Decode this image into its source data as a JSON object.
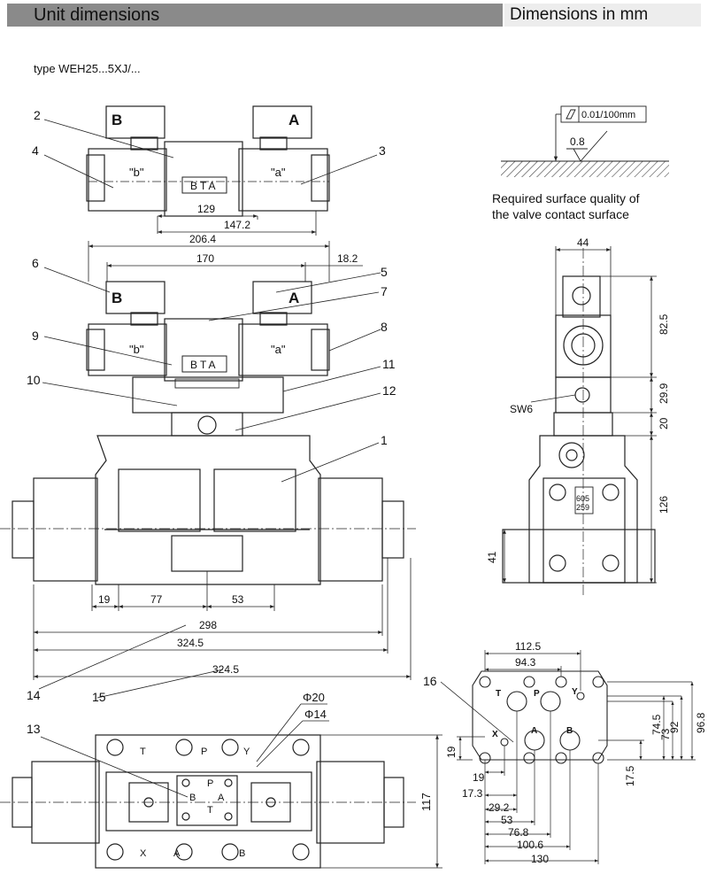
{
  "header": {
    "title": "Unit dimensions",
    "units_note": "Dimensions in mm"
  },
  "type_label": "type WEH25...5XJ/...",
  "surface_note": {
    "flatness": "0.01/100mm",
    "roughness": "0.8",
    "line1": "Required surface quality of",
    "line2": "the valve contact surface"
  },
  "callouts": [
    "1",
    "2",
    "3",
    "4",
    "5",
    "6",
    "7",
    "8",
    "9",
    "10",
    "11",
    "12",
    "13",
    "14",
    "15",
    "16"
  ],
  "valve_labels": {
    "port_b": "B",
    "port_a": "A",
    "sol_b": "\"b\"",
    "sol_a": "\"a\"",
    "brand": "BTA"
  },
  "dims_top_view": {
    "d129": "129",
    "d147_2": "147.2"
  },
  "dims_front_view": {
    "d206_4": "206.4",
    "d170": "170",
    "d18_2": "18.2",
    "d19": "19",
    "d77": "77",
    "d53": "53",
    "d298": "298",
    "d324_5a": "324.5",
    "d324_5b": "324.5"
  },
  "dims_side_view": {
    "d44": "44",
    "d82_5": "82.5",
    "d29_9": "29.9",
    "d20": "20",
    "d126": "126",
    "d41": "41",
    "sw6": "SW6",
    "plate_code_1": "605",
    "plate_code_2": "259"
  },
  "dims_plan_view": {
    "phi20": "Φ20",
    "phi14": "Φ14",
    "d117": "117",
    "ports_t": "T",
    "ports_p": "P",
    "ports_y": "Y",
    "ports_x": "X",
    "ports_a": "A",
    "ports_b": "B"
  },
  "dims_mounting": {
    "d112_5": "112.5",
    "d94_3": "94.3",
    "d73": "73",
    "d74_5": "74.5",
    "d92": "92",
    "d96_8": "96.8",
    "d19": "19",
    "d17_5": "17.5",
    "d19b": "19",
    "d17_3": "17.3",
    "d29_2": "29.2",
    "d53": "53",
    "d76_8": "76.8",
    "d100_6": "100.6",
    "d130": "130"
  }
}
